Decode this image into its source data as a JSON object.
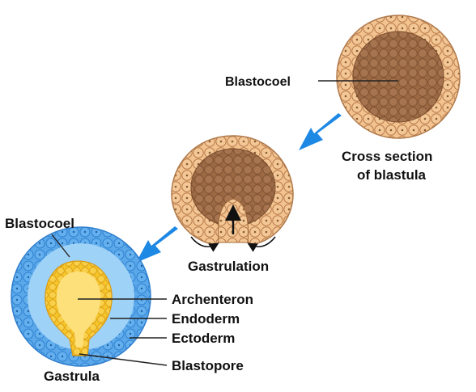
{
  "diagram": {
    "stages": [
      {
        "id": "blastula",
        "caption_line1": "Cross section",
        "caption_line2": "of blastula",
        "labels": [
          "Blastocoel"
        ]
      },
      {
        "id": "gastrulation",
        "caption": "Gastrulation"
      },
      {
        "id": "gastrula",
        "caption": "Gastrula",
        "labels": [
          "Blastocoel",
          "Archenteron",
          "Endoderm",
          "Ectoderm",
          "Blastopore"
        ]
      }
    ],
    "colors": {
      "tan_cell": "#f2c28f",
      "tan_dark": "#a0683a",
      "blastocoel_brown": "#9b6a45",
      "arrow_blue": "#1e88e5",
      "ecto_blue": "#5aa8ea",
      "ecto_light": "#9fd2f7",
      "endo_yellow": "#f6c62a",
      "archenteron_yellow": "#fde07a"
    }
  }
}
